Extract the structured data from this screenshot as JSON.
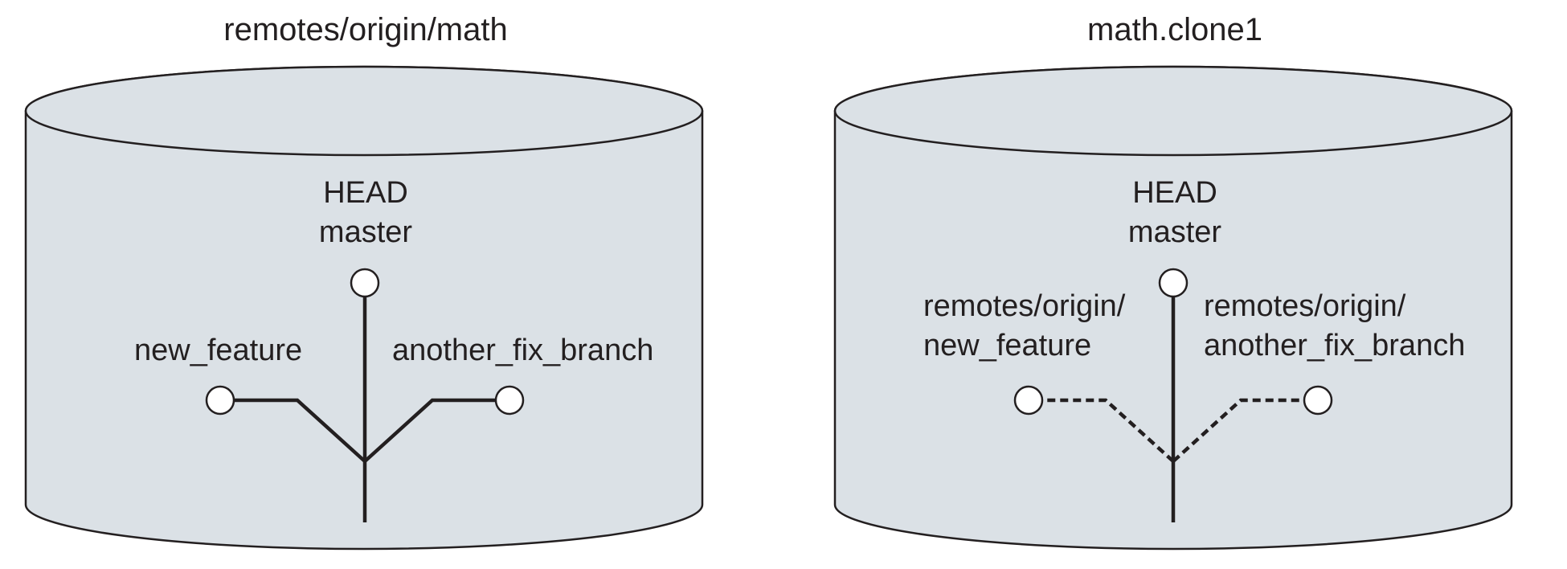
{
  "colors": {
    "cylinder_fill": "#dbe1e6",
    "stroke": "#231f20",
    "node_fill": "#ffffff"
  },
  "left_repo": {
    "title": "remotes/origin/math",
    "head_label": "HEAD",
    "master_label": "master",
    "left_branch_label": "new_feature",
    "right_branch_label": "another_fix_branch",
    "branch_line_style": "solid"
  },
  "right_repo": {
    "title": "math.clone1",
    "head_label": "HEAD",
    "master_label": "master",
    "left_branch_label_line1": "remotes/origin/",
    "left_branch_label_line2": "new_feature",
    "right_branch_label_line1": "remotes/origin/",
    "right_branch_label_line2": "another_fix_branch",
    "branch_line_style": "dashed"
  }
}
